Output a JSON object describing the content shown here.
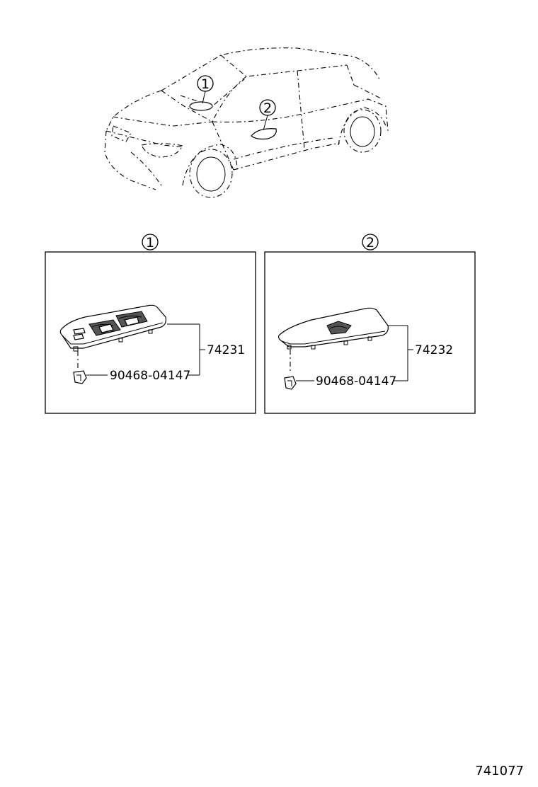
{
  "diagram": {
    "car_callouts": [
      "1",
      "2"
    ],
    "panels": [
      {
        "callout": "1",
        "part_number": "74231",
        "clip_number": "90468-04147"
      },
      {
        "callout": "2",
        "part_number": "74232",
        "clip_number": "90468-04147"
      }
    ],
    "figure_ref": "741077"
  }
}
